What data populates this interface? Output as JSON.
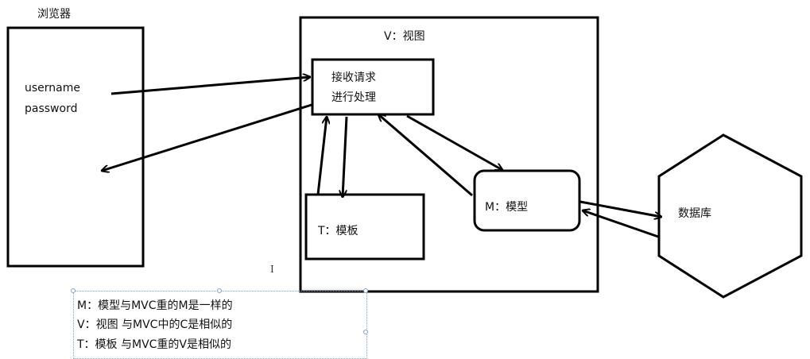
{
  "browser": {
    "title": "浏览器",
    "username_label": "username",
    "password_label": "password"
  },
  "view": {
    "title": "V：视图",
    "request_box": {
      "line1": "接收请求",
      "line2": "进行处理"
    }
  },
  "template": {
    "label": "T：模板"
  },
  "model": {
    "label": "M：模型"
  },
  "database": {
    "label": "数据库"
  },
  "notes": [
    "M：模型与MVC重的M是一样的",
    "V：视图  与MVC中的C是相似的",
    "T：模板  与MVC重的V是相似的"
  ],
  "colors": {
    "stroke": "#000000",
    "selection": "#7ea6c8"
  }
}
